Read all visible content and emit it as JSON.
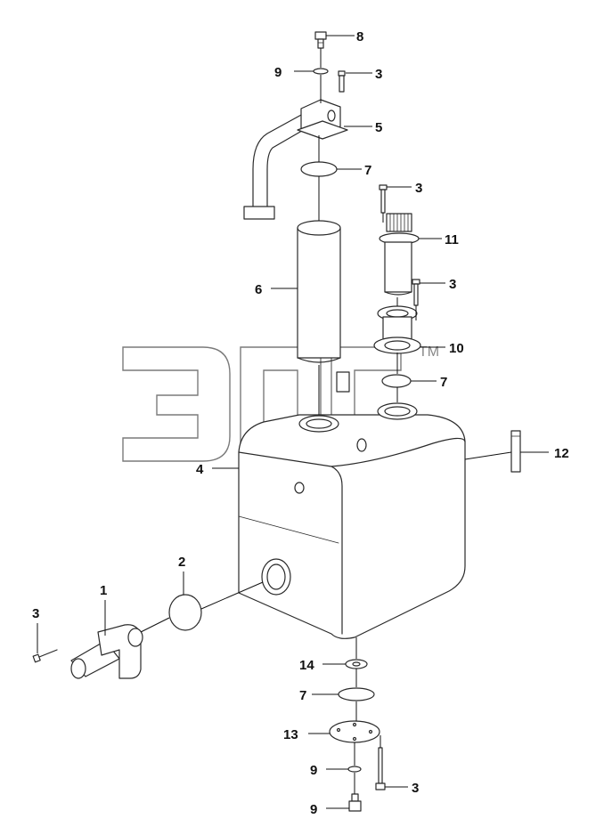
{
  "watermark": {
    "text": "ЭПСЭ",
    "mark": "TM"
  },
  "callouts": [
    {
      "id": "c8",
      "label": "8"
    },
    {
      "id": "c9a",
      "label": "9"
    },
    {
      "id": "c3a",
      "label": "3"
    },
    {
      "id": "c5",
      "label": "5"
    },
    {
      "id": "c7a",
      "label": "7"
    },
    {
      "id": "c3b",
      "label": "3"
    },
    {
      "id": "c11",
      "label": "11"
    },
    {
      "id": "c6",
      "label": "6"
    },
    {
      "id": "c3c",
      "label": "3"
    },
    {
      "id": "c10",
      "label": "10"
    },
    {
      "id": "c7b",
      "label": "7"
    },
    {
      "id": "c4",
      "label": "4"
    },
    {
      "id": "c12",
      "label": "12"
    },
    {
      "id": "c2",
      "label": "2"
    },
    {
      "id": "c1",
      "label": "1"
    },
    {
      "id": "c3d",
      "label": "3"
    },
    {
      "id": "c14",
      "label": "14"
    },
    {
      "id": "c7c",
      "label": "7"
    },
    {
      "id": "c13",
      "label": "13"
    },
    {
      "id": "c9b",
      "label": "9"
    },
    {
      "id": "c3e",
      "label": "3"
    },
    {
      "id": "c9c",
      "label": "9"
    }
  ]
}
